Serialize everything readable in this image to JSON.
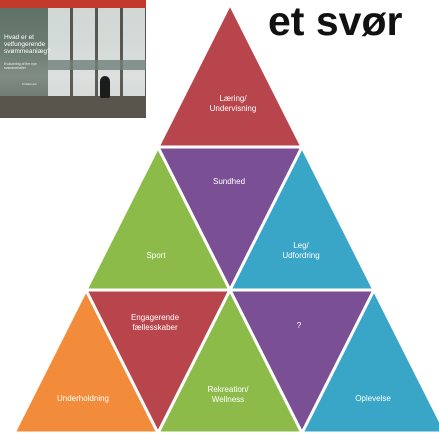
{
  "heading": "et svør",
  "thumbnail": {
    "title": "Hvad er et\nvelfungerende\nsvømmeanlæg?",
    "subtitle": "Evaluering af fire nye\nsvømmehaller",
    "author": "Forfatternavn"
  },
  "colors": {
    "red": "#b8454c",
    "purple": "#7b4f94",
    "green": "#8cbb4a",
    "blue": "#3aa6c7",
    "orange": "#f28c3a",
    "border": "#ffffff"
  },
  "pyramid": {
    "segments": [
      {
        "label": "Læring/\nUndervisning",
        "color": "red"
      },
      {
        "label": "Sport",
        "color": "green"
      },
      {
        "label": "Sundhed",
        "color": "purple"
      },
      {
        "label": "Leg/\nUdfordring",
        "color": "blue"
      },
      {
        "label": "Underholdning",
        "color": "orange"
      },
      {
        "label": "Engagerende\nfællesskaber",
        "color": "red"
      },
      {
        "label": "Rekreation/\nWellness",
        "color": "green"
      },
      {
        "label": "?",
        "color": "purple"
      },
      {
        "label": "Oplevelse",
        "color": "blue"
      }
    ]
  }
}
